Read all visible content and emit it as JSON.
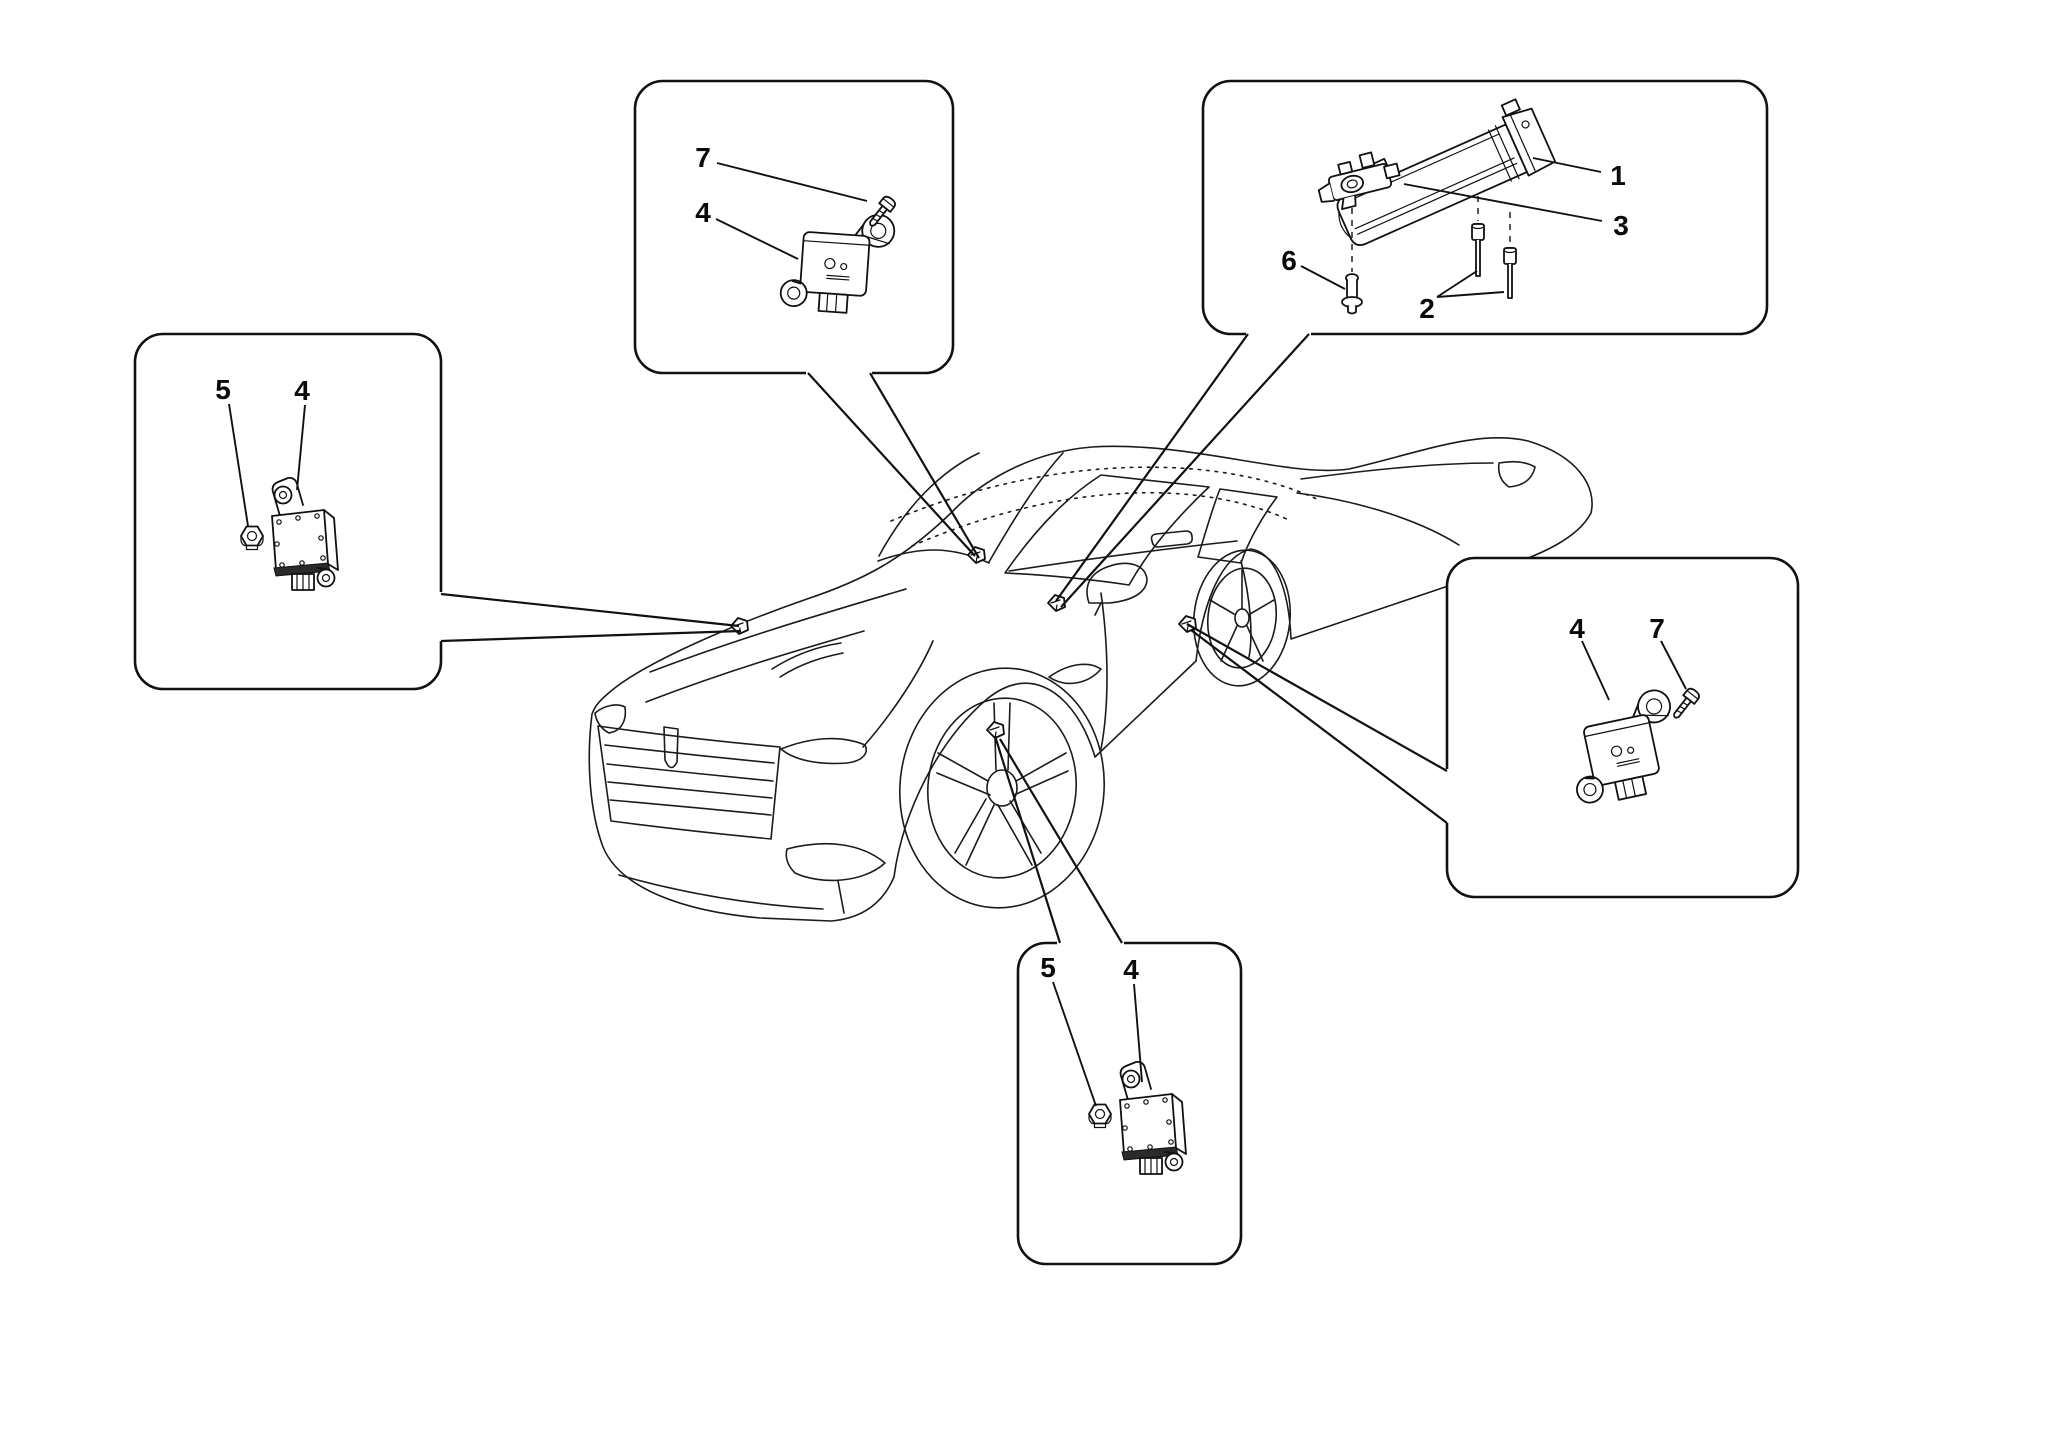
{
  "page": {
    "background_color": "#ffffff",
    "ink_color": "#111111",
    "description_texts": {}
  },
  "labels": {
    "left_5": "5",
    "left_4": "4",
    "top_center_7": "7",
    "top_center_4": "4",
    "top_right_1": "1",
    "top_right_3": "3",
    "top_right_6": "6",
    "top_right_2": "2",
    "right_4": "4",
    "right_7": "7",
    "bottom_5": "5",
    "bottom_4": "4"
  },
  "icons": {
    "car": "car-line-art-icon",
    "sensor_clip": "sensor-location-clip-icon",
    "module_plate": "tpms-ecu-module-icon",
    "module_sensor": "wheel-sensor-module-icon",
    "hex_nut": "hex-nut-icon",
    "small_screw": "pan-head-screw-icon",
    "control_unit": "tpms-control-unit-icon",
    "bracket": "mounting-bracket-icon",
    "cap_screws": "cap-screw-icon",
    "rivet": "grommet-rivet-icon"
  }
}
